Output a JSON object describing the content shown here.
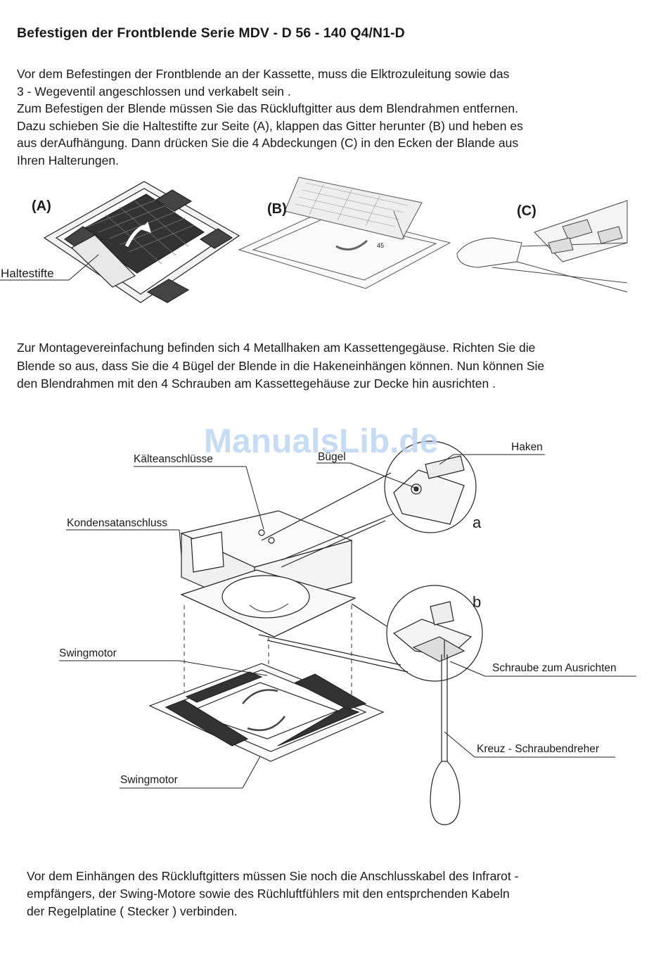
{
  "title": "Befestigen der Frontblende Serie MDV - D 56 - 140 Q4/N1-D",
  "paragraph1": [
    "Vor dem Befestingen der Frontblende an der Kassette, muss die Elktrozuleitung sowie das",
    "3 - Wegeventil angeschlossen und verkabelt sein .",
    "Zum Befestigen der Blende müssen Sie das Rückluftgitter aus dem Blendrahmen entfernen.",
    "Dazu schieben Sie die Haltestifte zur Seite (A), klappen das Gitter herunter (B) und heben es",
    "aus derAufhängung. Dann drücken Sie die 4 Abdeckungen (C) in den Ecken der Blande aus",
    "Ihren Halterungen."
  ],
  "figure_top": {
    "label_a": "(A)",
    "label_b": "(B)",
    "label_c": "(C)",
    "haltestifte": "Haltestifte",
    "angle": "45"
  },
  "paragraph2": [
    "Zur Montagevereinfachung befinden sich 4 Metallhaken am Kassettengegäuse. Richten Sie die",
    "Blende so aus, dass Sie die 4 Bügel der Blende in die Hakeneinhängen können. Nun können Sie",
    "den Blendrahmen mit den 4 Schrauben am Kassettegehäuse zur Decke hin ausrichten ."
  ],
  "watermark": "ManualsLib.de",
  "figure_main": {
    "kaelteanschluesse": "Kälteanschlüsse",
    "buegel": "Bügel",
    "haken": "Haken",
    "kondensatanschluss": "Kondensatanschluss",
    "detail_a": "a",
    "detail_b": "b",
    "swingmotor_top": "Swingmotor",
    "schraube": "Schraube zum Ausrichten",
    "schraubendreher": "Kreuz - Schraubendreher",
    "swingmotor_bottom": "Swingmotor"
  },
  "paragraph3": [
    "Vor dem Einhängen des Rückluftgitters müssen Sie noch die Anschlusskabel des Infrarot -",
    "empfängers, der Swing-Motore sowie des Rüchluftfühlers mit den entsprchenden Kabeln",
    "der Regelplatine ( Stecker ) verbinden."
  ]
}
